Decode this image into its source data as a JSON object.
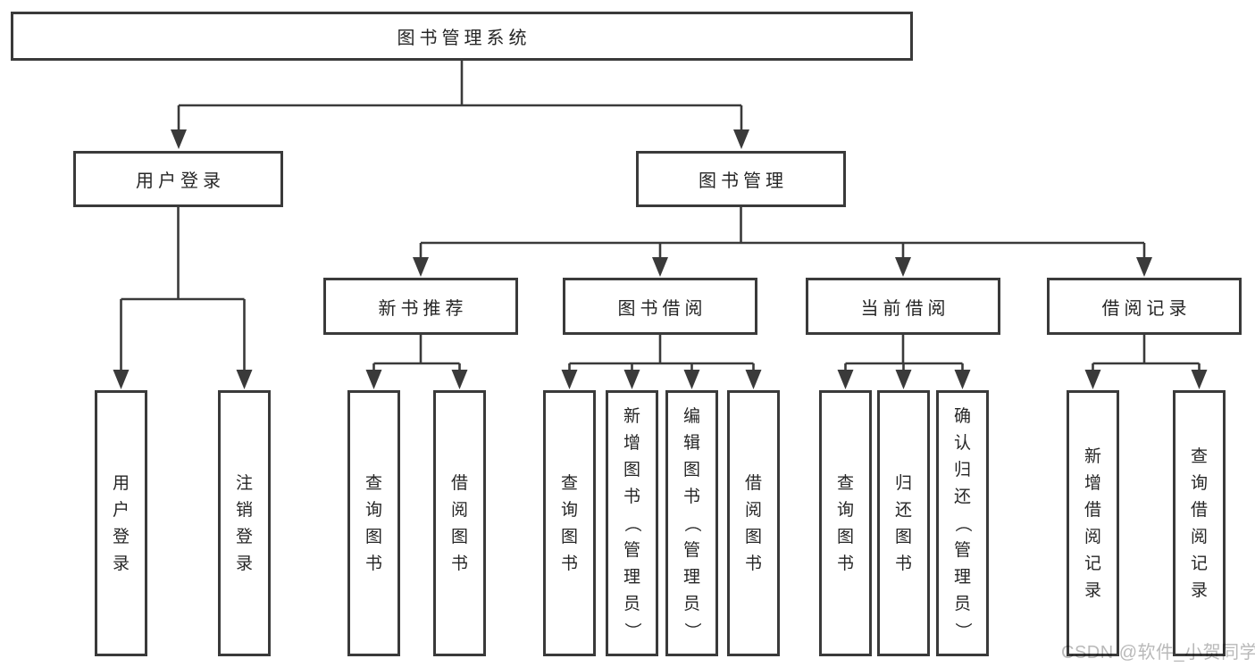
{
  "diagram": {
    "root": {
      "label": "图书管理系统"
    },
    "branches": [
      {
        "label": "用户登录",
        "children": [
          {
            "label": "用户登录"
          },
          {
            "label": "注销登录"
          }
        ]
      },
      {
        "label": "图书管理",
        "children": [
          {
            "label": "新书推荐",
            "children": [
              {
                "label": "查询图书"
              },
              {
                "label": "借阅图书"
              }
            ]
          },
          {
            "label": "图书借阅",
            "children": [
              {
                "label": "查询图书"
              },
              {
                "label": "新增图书（管理员）"
              },
              {
                "label": "编辑图书（管理员）"
              },
              {
                "label": "借阅图书"
              }
            ]
          },
          {
            "label": "当前借阅",
            "children": [
              {
                "label": "查询图书"
              },
              {
                "label": "归还图书"
              },
              {
                "label": "确认归还（管理员）"
              }
            ]
          },
          {
            "label": "借阅记录",
            "children": [
              {
                "label": "新增借阅记录"
              },
              {
                "label": "查询借阅记录"
              }
            ]
          }
        ]
      }
    ]
  },
  "watermark": {
    "text": "CSDN @软件_小贺同学"
  },
  "colors": {
    "line": "#3a3a3a",
    "text": "#262626",
    "box_fill": "#ffffff",
    "watermark": "#b9b9b9",
    "background": "#ffffff"
  }
}
